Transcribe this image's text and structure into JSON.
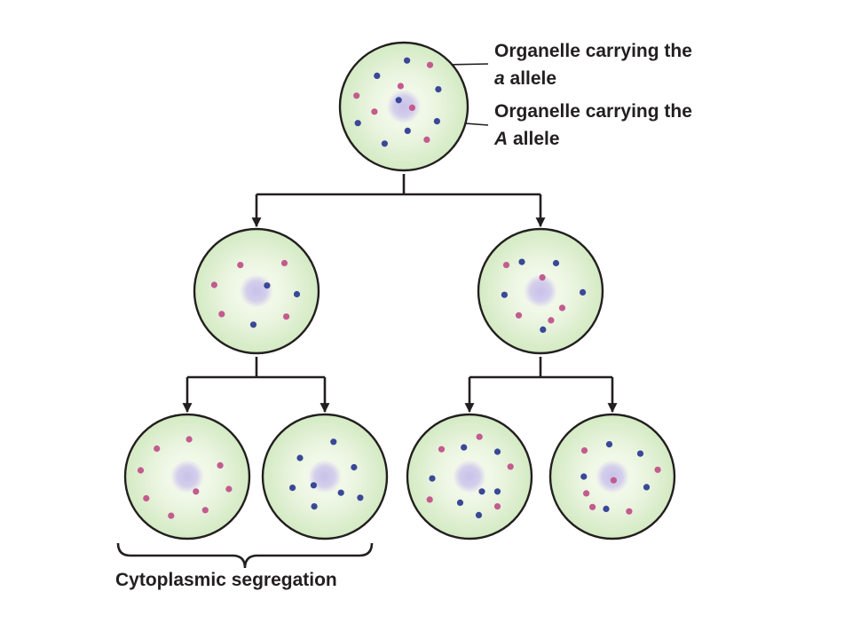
{
  "colors": {
    "cell_fill_center": "#fbfdf4",
    "cell_fill_edge": "#d3eac3",
    "cell_outline": "#231f20",
    "nucleus": "#c8c0ea",
    "organelle_a": "#c35b8e",
    "organelle_A": "#3a4898",
    "line": "#231f20"
  },
  "labels": {
    "organelle_a": {
      "line1": "Organelle carrying the",
      "allele": "a",
      "suffix": " allele"
    },
    "organelle_A": {
      "line1": "Organelle carrying the",
      "allele": "A",
      "suffix": " allele"
    }
  },
  "caption": "Cytoplasmic segregation",
  "cells": [
    {
      "name": "parent-cell",
      "organelles": [
        {
          "allele": "A",
          "u": -0.42,
          "v": -0.48
        },
        {
          "allele": "A",
          "u": 0.05,
          "v": -0.72
        },
        {
          "allele": "a",
          "u": 0.41,
          "v": -0.65
        },
        {
          "allele": "a",
          "u": -0.05,
          "v": -0.32
        },
        {
          "allele": "A",
          "u": 0.54,
          "v": -0.27
        },
        {
          "allele": "a",
          "u": -0.74,
          "v": -0.17
        },
        {
          "allele": "a",
          "u": -0.46,
          "v": 0.08
        },
        {
          "allele": "A",
          "u": -0.08,
          "v": -0.1
        },
        {
          "allele": "a",
          "u": 0.13,
          "v": 0.02
        },
        {
          "allele": "A",
          "u": -0.72,
          "v": 0.26
        },
        {
          "allele": "A",
          "u": 0.52,
          "v": 0.23
        },
        {
          "allele": "A",
          "u": 0.06,
          "v": 0.38
        },
        {
          "allele": "a",
          "u": 0.36,
          "v": 0.52
        },
        {
          "allele": "A",
          "u": -0.3,
          "v": 0.58
        }
      ]
    },
    {
      "name": "daughter-cell-left",
      "organelles": [
        {
          "allele": "a",
          "u": -0.26,
          "v": -0.42
        },
        {
          "allele": "a",
          "u": 0.45,
          "v": -0.45
        },
        {
          "allele": "a",
          "u": -0.68,
          "v": -0.1
        },
        {
          "allele": "A",
          "u": 0.17,
          "v": -0.09
        },
        {
          "allele": "A",
          "u": 0.65,
          "v": 0.05
        },
        {
          "allele": "a",
          "u": -0.56,
          "v": 0.37
        },
        {
          "allele": "a",
          "u": 0.48,
          "v": 0.41
        },
        {
          "allele": "A",
          "u": -0.05,
          "v": 0.54
        }
      ]
    },
    {
      "name": "daughter-cell-right",
      "organelles": [
        {
          "allele": "a",
          "u": -0.55,
          "v": -0.42
        },
        {
          "allele": "A",
          "u": -0.3,
          "v": -0.47
        },
        {
          "allele": "A",
          "u": 0.25,
          "v": -0.45
        },
        {
          "allele": "a",
          "u": 0.03,
          "v": -0.22
        },
        {
          "allele": "A",
          "u": -0.58,
          "v": 0.06
        },
        {
          "allele": "A",
          "u": 0.68,
          "v": 0.02
        },
        {
          "allele": "a",
          "u": 0.35,
          "v": 0.27
        },
        {
          "allele": "a",
          "u": -0.35,
          "v": 0.39
        },
        {
          "allele": "a",
          "u": 0.17,
          "v": 0.47
        },
        {
          "allele": "A",
          "u": 0.04,
          "v": 0.62
        }
      ]
    },
    {
      "name": "granddaughter-cell-1",
      "organelles": [
        {
          "allele": "a",
          "u": -0.49,
          "v": -0.45
        },
        {
          "allele": "a",
          "u": 0.03,
          "v": -0.6
        },
        {
          "allele": "a",
          "u": -0.75,
          "v": -0.1
        },
        {
          "allele": "a",
          "u": 0.53,
          "v": -0.18
        },
        {
          "allele": "a",
          "u": 0.14,
          "v": 0.24
        },
        {
          "allele": "a",
          "u": 0.67,
          "v": 0.2
        },
        {
          "allele": "a",
          "u": -0.66,
          "v": 0.35
        },
        {
          "allele": "a",
          "u": 0.29,
          "v": 0.54
        },
        {
          "allele": "a",
          "u": -0.26,
          "v": 0.63
        }
      ]
    },
    {
      "name": "granddaughter-cell-2",
      "organelles": [
        {
          "allele": "A",
          "u": 0.14,
          "v": -0.56
        },
        {
          "allele": "A",
          "u": -0.4,
          "v": -0.3
        },
        {
          "allele": "A",
          "u": 0.47,
          "v": -0.15
        },
        {
          "allele": "A",
          "u": -0.52,
          "v": 0.18
        },
        {
          "allele": "A",
          "u": -0.18,
          "v": 0.14
        },
        {
          "allele": "A",
          "u": 0.57,
          "v": 0.34
        },
        {
          "allele": "A",
          "u": 0.26,
          "v": 0.26
        },
        {
          "allele": "A",
          "u": -0.17,
          "v": 0.48
        }
      ]
    },
    {
      "name": "granddaughter-cell-3",
      "organelles": [
        {
          "allele": "a",
          "u": 0.16,
          "v": -0.64
        },
        {
          "allele": "A",
          "u": -0.09,
          "v": -0.47
        },
        {
          "allele": "a",
          "u": -0.45,
          "v": -0.44
        },
        {
          "allele": "A",
          "u": 0.45,
          "v": -0.4
        },
        {
          "allele": "a",
          "u": 0.66,
          "v": -0.16
        },
        {
          "allele": "A",
          "u": -0.6,
          "v": 0.03
        },
        {
          "allele": "A",
          "u": 0.2,
          "v": 0.24
        },
        {
          "allele": "A",
          "u": 0.45,
          "v": 0.24
        },
        {
          "allele": "a",
          "u": -0.64,
          "v": 0.37
        },
        {
          "allele": "A",
          "u": -0.15,
          "v": 0.42
        },
        {
          "allele": "a",
          "u": 0.45,
          "v": 0.48
        },
        {
          "allele": "A",
          "u": 0.15,
          "v": 0.62
        }
      ]
    },
    {
      "name": "granddaughter-cell-4",
      "organelles": [
        {
          "allele": "a",
          "u": -0.45,
          "v": -0.42
        },
        {
          "allele": "A",
          "u": -0.05,
          "v": -0.52
        },
        {
          "allele": "A",
          "u": 0.45,
          "v": -0.37
        },
        {
          "allele": "a",
          "u": 0.73,
          "v": -0.11
        },
        {
          "allele": "A",
          "u": -0.46,
          "v": 0.0
        },
        {
          "allele": "a",
          "u": 0.02,
          "v": 0.06
        },
        {
          "allele": "A",
          "u": 0.55,
          "v": 0.17
        },
        {
          "allele": "a",
          "u": -0.42,
          "v": 0.27
        },
        {
          "allele": "a",
          "u": -0.32,
          "v": 0.49
        },
        {
          "allele": "A",
          "u": -0.1,
          "v": 0.52
        },
        {
          "allele": "a",
          "u": 0.27,
          "v": 0.56
        }
      ]
    }
  ]
}
